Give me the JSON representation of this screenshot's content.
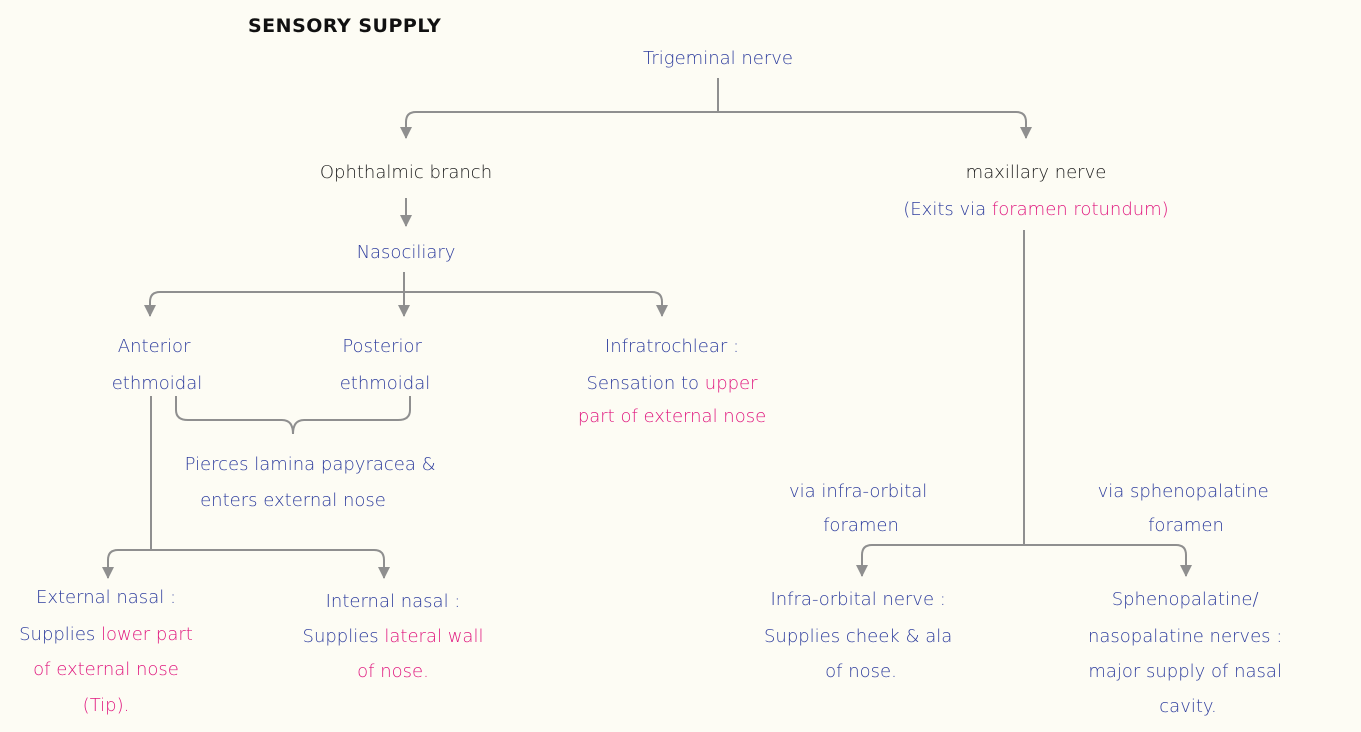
{
  "title": "SENSORY SUPPLY",
  "root": "Trigeminal nerve",
  "ophthalmic": {
    "label": "Ophthalmic branch",
    "nasociliary": "Nasociliary",
    "anterior": [
      "Anterior",
      "ethmoidal"
    ],
    "posterior": [
      "Posterior",
      "ethmoidal"
    ],
    "infratrochlear": {
      "line1": "Infratrochlear :",
      "line2_a": "Sensation to ",
      "line2_b": "upper",
      "line3": "part of external nose"
    },
    "pierces": [
      "Pierces lamina papyracea &",
      "enters external nose"
    ],
    "external_nasal": {
      "line1": "External nasal :",
      "line2_a": "Supplies ",
      "line2_b": "lower part",
      "line3": "of external nose",
      "line4": "(Tip)."
    },
    "internal_nasal": {
      "line1": "Internal nasal :",
      "line2_a": "Supplies ",
      "line2_b": "lateral wall",
      "line3": "of nose."
    }
  },
  "maxillary": {
    "label": "maxillary nerve",
    "exits_a": "(Exits via ",
    "exits_b": "foramen rotundum)",
    "via_infra": [
      "via infra-orbital",
      "foramen"
    ],
    "via_spheno": [
      "via sphenopalatine",
      "foramen"
    ],
    "infra_orbital": [
      "Infra-orbital nerve :",
      "Supplies cheek & ala",
      "of nose."
    ],
    "sphenopalatine": [
      "Sphenopalatine/",
      "nasopalatine nerves :",
      "major supply of nasal",
      "cavity."
    ]
  }
}
